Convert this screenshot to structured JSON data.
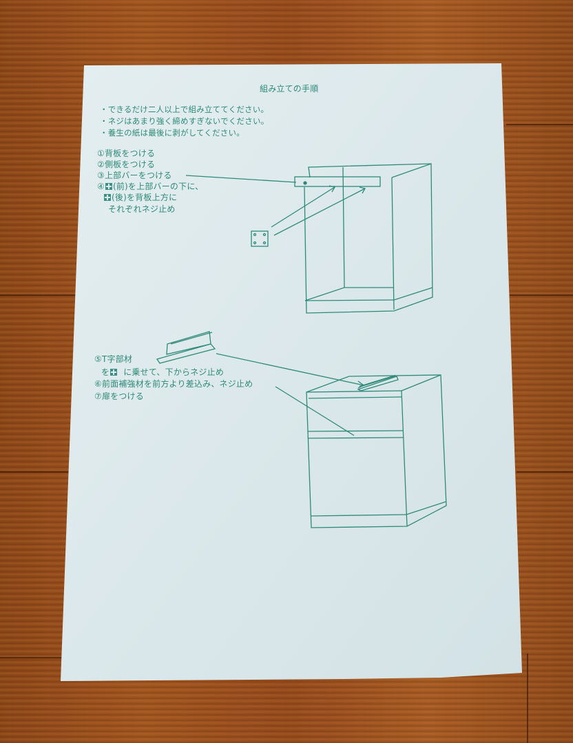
{
  "document": {
    "title": "組み立ての手順",
    "notes": [
      "・できるだけ二人以上で組み立ててください。",
      "・ネジはあまり強く締めすぎないでください。",
      "・養生の紙は最後に剥がしてください。"
    ],
    "steps_part1": [
      "①背板をつける",
      "②側板をつける",
      "③上部バーをつける",
      "④",
      "(前)を上部バーの下に、",
      "(後)を背板上方に",
      "それぞれネジ止め"
    ],
    "steps_part2": [
      "⑤T字部材",
      "を",
      "に乗せて、下からネジ止め",
      "⑥前面補強材を前方より差込み、ネジ止め",
      "⑦扉をつける"
    ],
    "diagrams": [
      {
        "name": "cabinet-frame-with-top-bar",
        "label": "Open cabinet frame with top bar and corner bracket arrows"
      },
      {
        "name": "t-shaped-member",
        "label": "T-shaped rail piece"
      },
      {
        "name": "cabinet-with-door",
        "label": "Assembled cabinet with front reinforcement and door"
      }
    ]
  },
  "colors": {
    "ink": "#2e8a78",
    "paper": "#dde9ec",
    "wood": "#9a4f1c"
  }
}
